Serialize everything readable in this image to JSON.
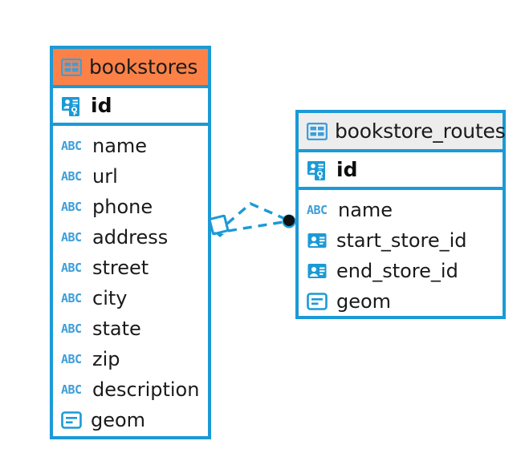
{
  "diagram": {
    "type": "entity-relationship-diagram",
    "background_color": "#ffffff",
    "accent_blue": "#1b9ad6",
    "accent_orange": "#fc8147",
    "accent_gray": "#ededed"
  },
  "entities": [
    {
      "name": "bookstores",
      "header_color": "#fc8147",
      "primary_key": {
        "name": "id",
        "icon": "primary-key-icon"
      },
      "fields": [
        {
          "name": "name",
          "icon": "abc-text-icon",
          "type_glyph": "ABC"
        },
        {
          "name": "url",
          "icon": "abc-text-icon",
          "type_glyph": "ABC"
        },
        {
          "name": "phone",
          "icon": "abc-text-icon",
          "type_glyph": "ABC"
        },
        {
          "name": "address",
          "icon": "abc-text-icon",
          "type_glyph": "ABC"
        },
        {
          "name": "street",
          "icon": "abc-text-icon",
          "type_glyph": "ABC"
        },
        {
          "name": "city",
          "icon": "abc-text-icon",
          "type_glyph": "ABC"
        },
        {
          "name": "state",
          "icon": "abc-text-icon",
          "type_glyph": "ABC"
        },
        {
          "name": "zip",
          "icon": "abc-text-icon",
          "type_glyph": "ABC"
        },
        {
          "name": "description",
          "icon": "abc-text-icon",
          "type_glyph": "ABC"
        },
        {
          "name": "geom",
          "icon": "geometry-icon",
          "type_glyph": ""
        }
      ]
    },
    {
      "name": "bookstore_routes",
      "header_color": "#ededed",
      "primary_key": {
        "name": "id",
        "icon": "primary-key-icon"
      },
      "fields": [
        {
          "name": "name",
          "icon": "abc-text-icon",
          "type_glyph": "ABC"
        },
        {
          "name": "start_store_id",
          "icon": "foreign-key-icon",
          "type_glyph": ""
        },
        {
          "name": "end_store_id",
          "icon": "foreign-key-icon",
          "type_glyph": ""
        },
        {
          "name": "geom",
          "icon": "geometry-icon",
          "type_glyph": ""
        }
      ]
    }
  ],
  "relationship": {
    "source_entity": "bookstores",
    "target_entity": "bookstore_routes",
    "source_marker": "diamond-marker",
    "target_marker": "filled-circle-marker",
    "line_style": "dashed",
    "line_color": "#1b9ad6",
    "branch_count": 2
  }
}
